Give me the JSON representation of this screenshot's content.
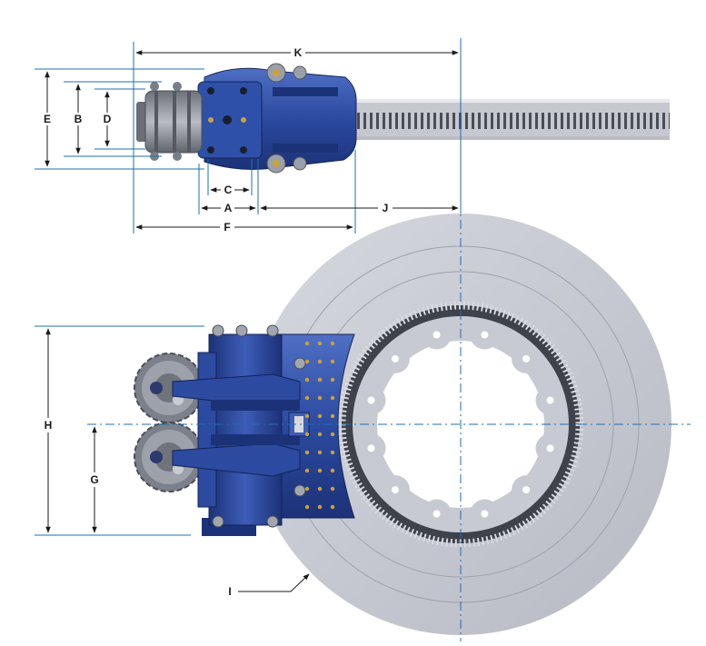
{
  "colors": {
    "caliper_blue": "#2b4aa0",
    "caliper_blue_dark": "#1c3278",
    "caliper_blue_light": "#4f6fc4",
    "disc_gray": "#c9cbd3",
    "disc_gray_dark": "#a9acb6",
    "actuator_gray": "#8c8f98",
    "extension_line": "#1f6fb2",
    "dimension_line": "#1a1a1a"
  },
  "dimensions": {
    "A": "A",
    "B": "B",
    "C": "C",
    "D": "D",
    "E": "E",
    "F": "F",
    "G": "G",
    "H": "H",
    "I": "I",
    "J": "J",
    "K": "K"
  },
  "icons": {
    "top_view": "brake-caliper-top-view-icon",
    "front_view": "brake-caliper-front-view-icon",
    "disc": "brake-disc-icon"
  }
}
